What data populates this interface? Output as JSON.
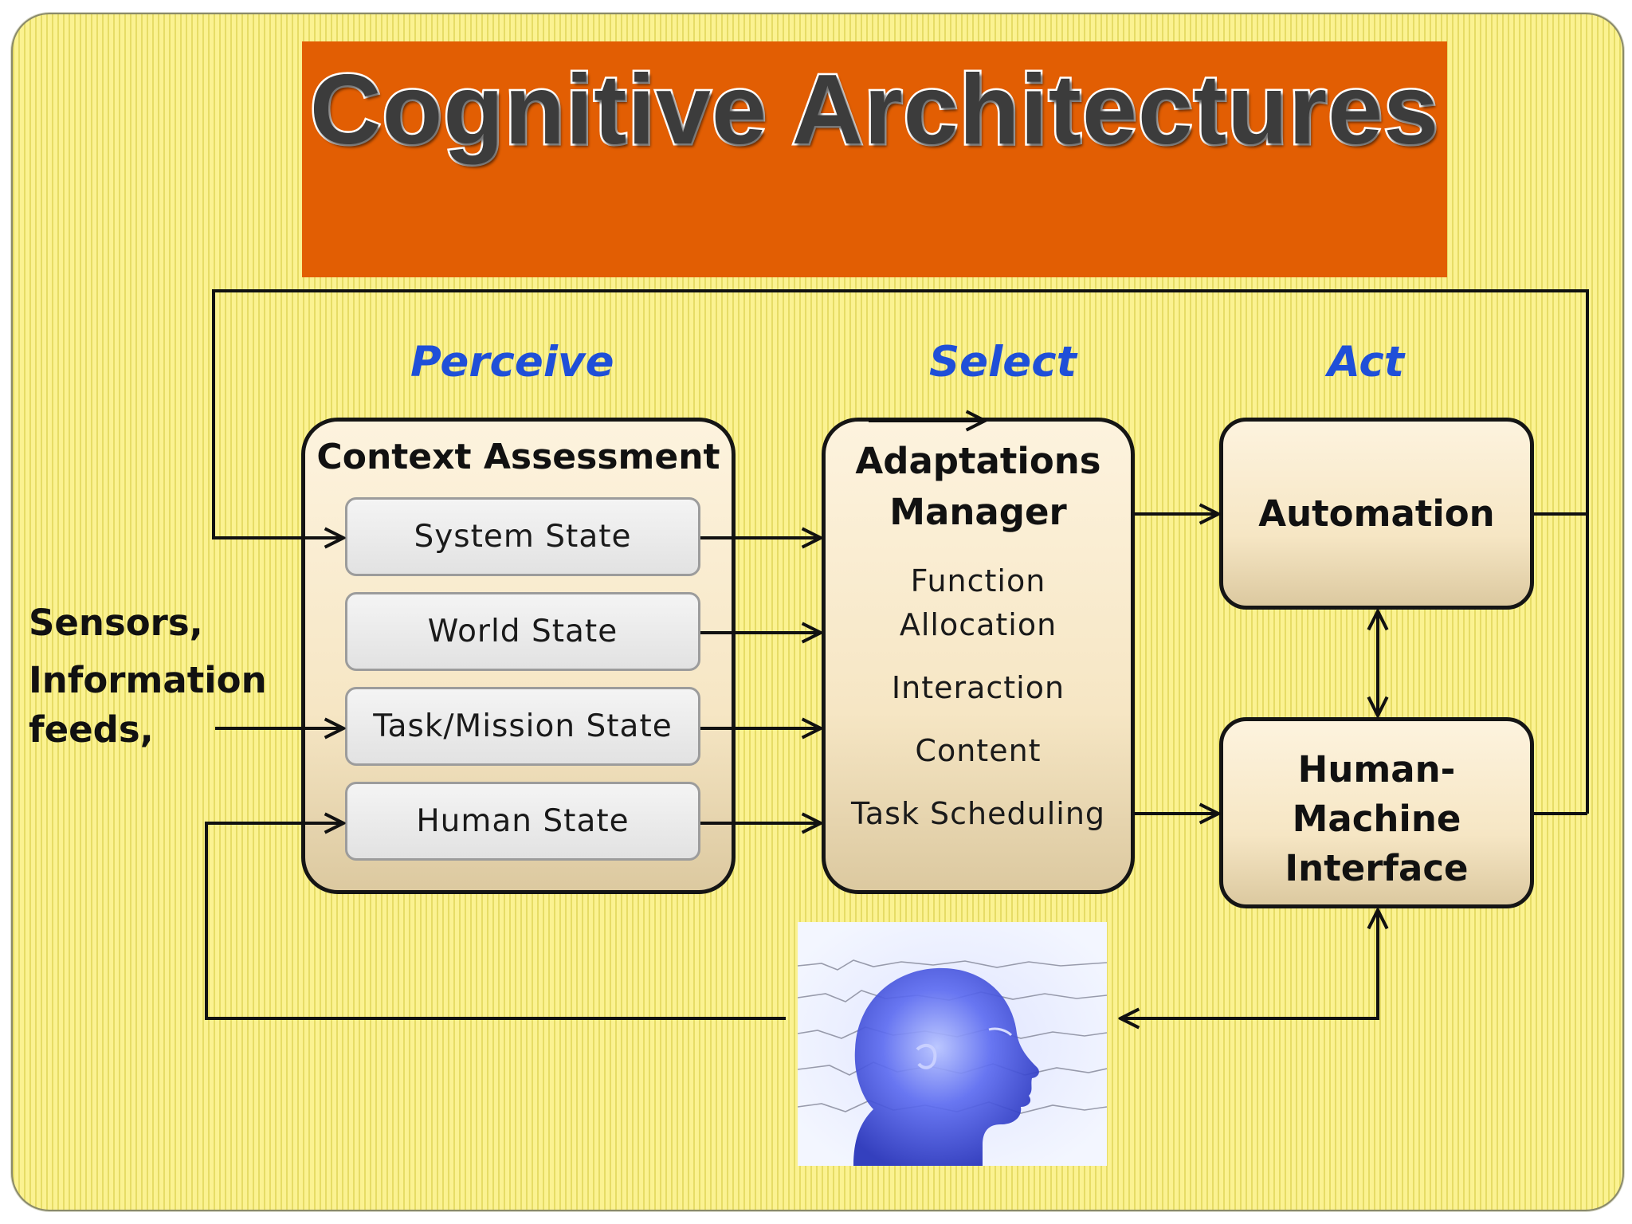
{
  "title": "Cognitive Architectures",
  "phases": {
    "perceive": "Perceive",
    "select": "Select",
    "act": "Act"
  },
  "inputs_label": {
    "line1": "Sensors,",
    "line2": "Information",
    "line3": "feeds,"
  },
  "context_assessment": {
    "title": "Context Assessment",
    "states": [
      "System State",
      "World State",
      "Task/Mission State",
      "Human State"
    ]
  },
  "adaptations_manager": {
    "title_line1": "Adaptations",
    "title_line2": "Manager",
    "function_line1": "Function",
    "function_line2": "Allocation",
    "interaction": "Interaction",
    "content": "Content",
    "task_scheduling": "Task Scheduling"
  },
  "automation": {
    "title": "Automation"
  },
  "hmi": {
    "line1": "Human-",
    "line2": "Machine",
    "line3": "Interface"
  },
  "colors": {
    "banner": "#e25e03",
    "phase_text": "#1f4fd8",
    "background": "#faf07e"
  },
  "icons": {
    "operator_image": "human-head-eeg-image"
  }
}
